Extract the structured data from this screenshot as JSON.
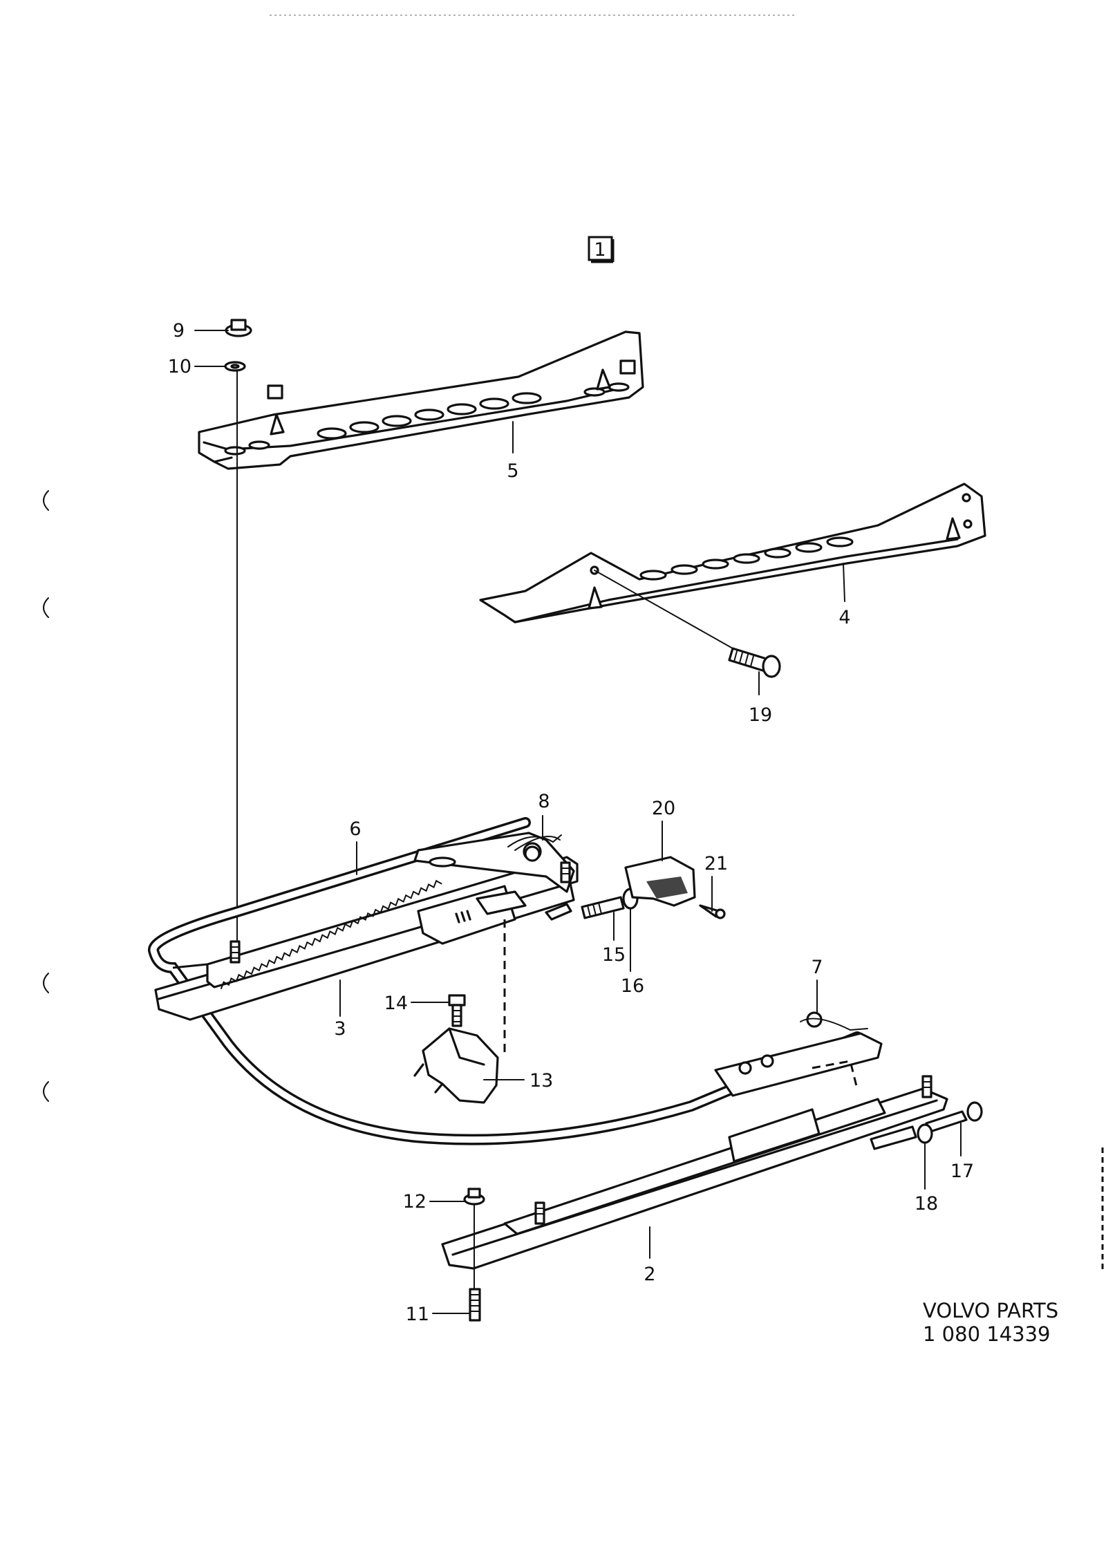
{
  "diagram": {
    "page_number": "1",
    "brand": "VOLVO PARTS",
    "part_number": "1 080 14339",
    "callouts": [
      {
        "id": "c1",
        "text": "9"
      },
      {
        "id": "c2",
        "text": "10"
      },
      {
        "id": "c3",
        "text": "5"
      },
      {
        "id": "c4",
        "text": "4"
      },
      {
        "id": "c5",
        "text": "19"
      },
      {
        "id": "c6",
        "text": "8"
      },
      {
        "id": "c7",
        "text": "6"
      },
      {
        "id": "c8",
        "text": "20"
      },
      {
        "id": "c9",
        "text": "21"
      },
      {
        "id": "c10",
        "text": "15"
      },
      {
        "id": "c11",
        "text": "16"
      },
      {
        "id": "c12",
        "text": "3"
      },
      {
        "id": "c13",
        "text": "14"
      },
      {
        "id": "c14",
        "text": "13"
      },
      {
        "id": "c15",
        "text": "7"
      },
      {
        "id": "c16",
        "text": "17"
      },
      {
        "id": "c17",
        "text": "18"
      },
      {
        "id": "c18",
        "text": "12"
      },
      {
        "id": "c19",
        "text": "2"
      },
      {
        "id": "c20",
        "text": "11"
      }
    ]
  }
}
